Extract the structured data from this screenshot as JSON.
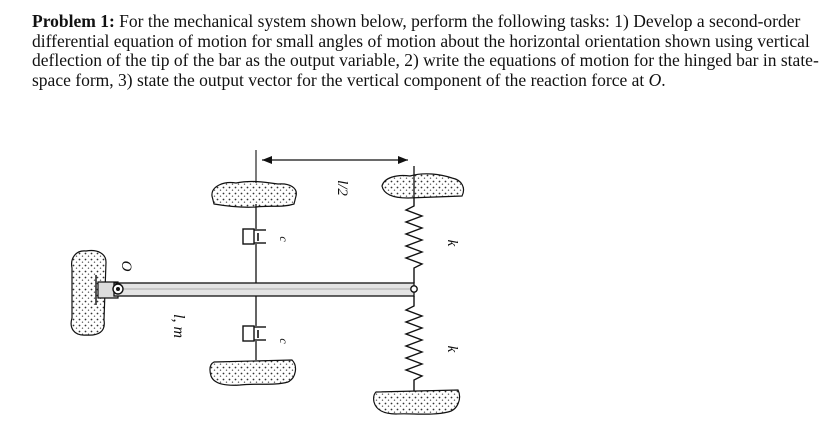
{
  "problem": {
    "label": "Problem 1:",
    "text": "For the mechanical system shown below, perform the following tasks: 1) Develop a second-order differential equation of motion for small angles of motion about the horizontal orientation shown using vertical deflection of the tip of the bar as the output variable, 2) write the equations of motion for the hinged bar in state-space form, 3) state the output vector for the vertical component of the reaction force at",
    "point": "O",
    "end": "."
  },
  "figure": {
    "pivot_label": "O",
    "bar_label": "l, m",
    "dimension_label": "l/2",
    "damper_label": "c",
    "spring_label": "k"
  }
}
